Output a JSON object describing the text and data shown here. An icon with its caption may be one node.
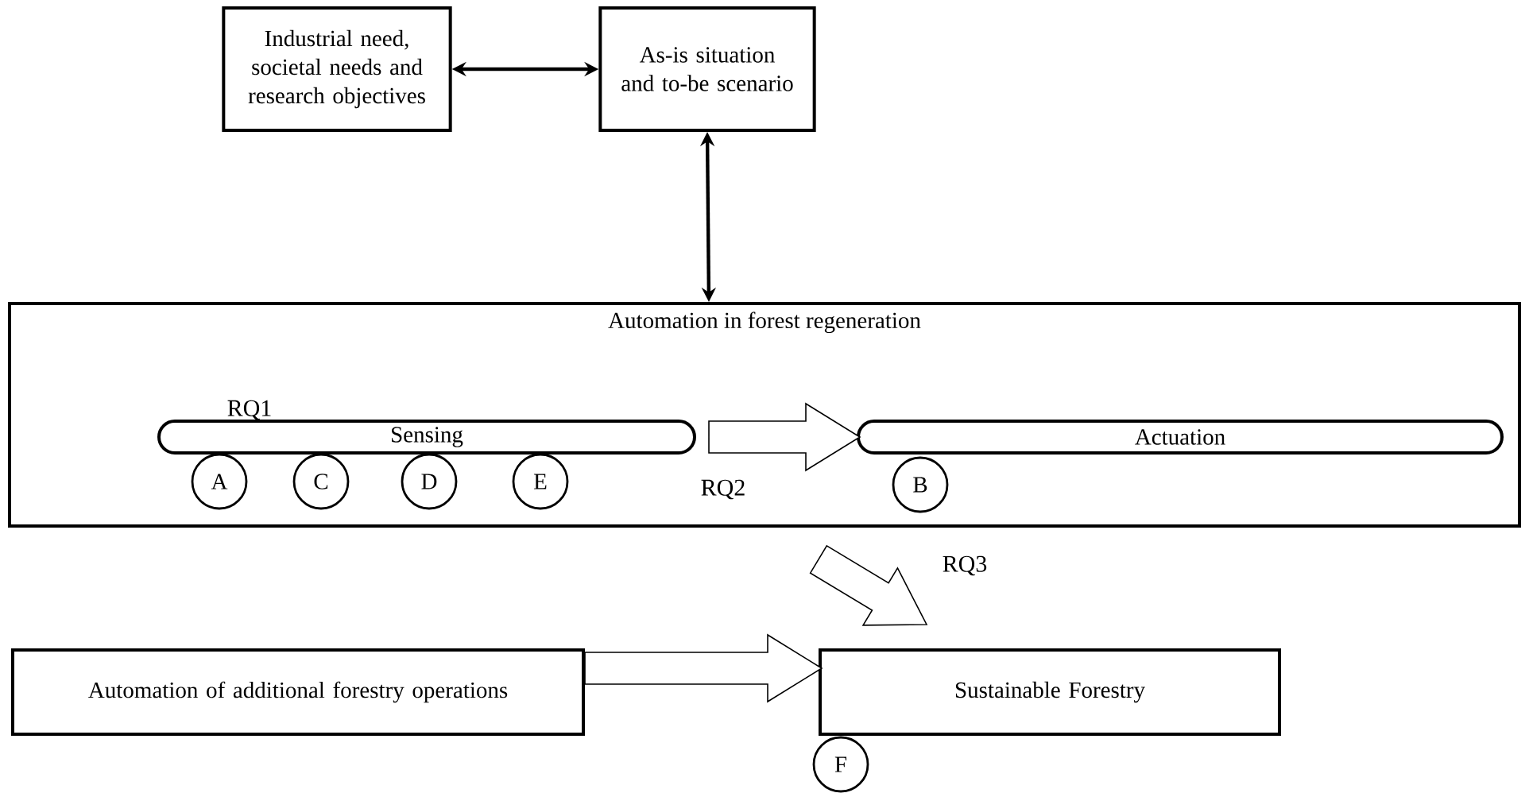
{
  "diagram": {
    "nodes": [
      {
        "text": [
          "Industrial need, societal needs and research objectives"
        ]
      },
      {
        "text": [
          "As-is situation and to-be scenario"
        ]
      },
      {
        "text": [
          "Automation in forest regeneration"
        ]
      },
      {
        "text": [
          "Sensing"
        ],
        "in": 2
      },
      {
        "text": [
          "Actuation"
        ],
        "in": 2
      },
      {
        "text": [
          "A"
        ],
        "in": 2
      },
      {
        "text": [
          "C"
        ],
        "in": 2
      },
      {
        "text": [
          "D"
        ],
        "in": 2
      },
      {
        "text": [
          "E"
        ],
        "in": 2
      },
      {
        "text": [
          "B"
        ],
        "in": 2
      },
      {
        "text": [
          "Automation of additional forestry operations"
        ]
      },
      {
        "text": [
          "Sustainable Forestry"
        ]
      },
      {
        "text": [
          "F"
        ]
      }
    ],
    "edges": [
      {
        "from": 0,
        "to": 1,
        "arrow": "both"
      },
      {
        "from": 1,
        "to": 2,
        "arrow": "both"
      },
      {
        "from": 3,
        "to": 4,
        "arrow": "to",
        "label": "RQ2"
      },
      {
        "from": 2,
        "to": 11,
        "arrow": "to",
        "label": "RQ3"
      },
      {
        "from": 10,
        "to": 11,
        "arrow": "to"
      }
    ],
    "labels": [
      "RQ1"
    ]
  }
}
